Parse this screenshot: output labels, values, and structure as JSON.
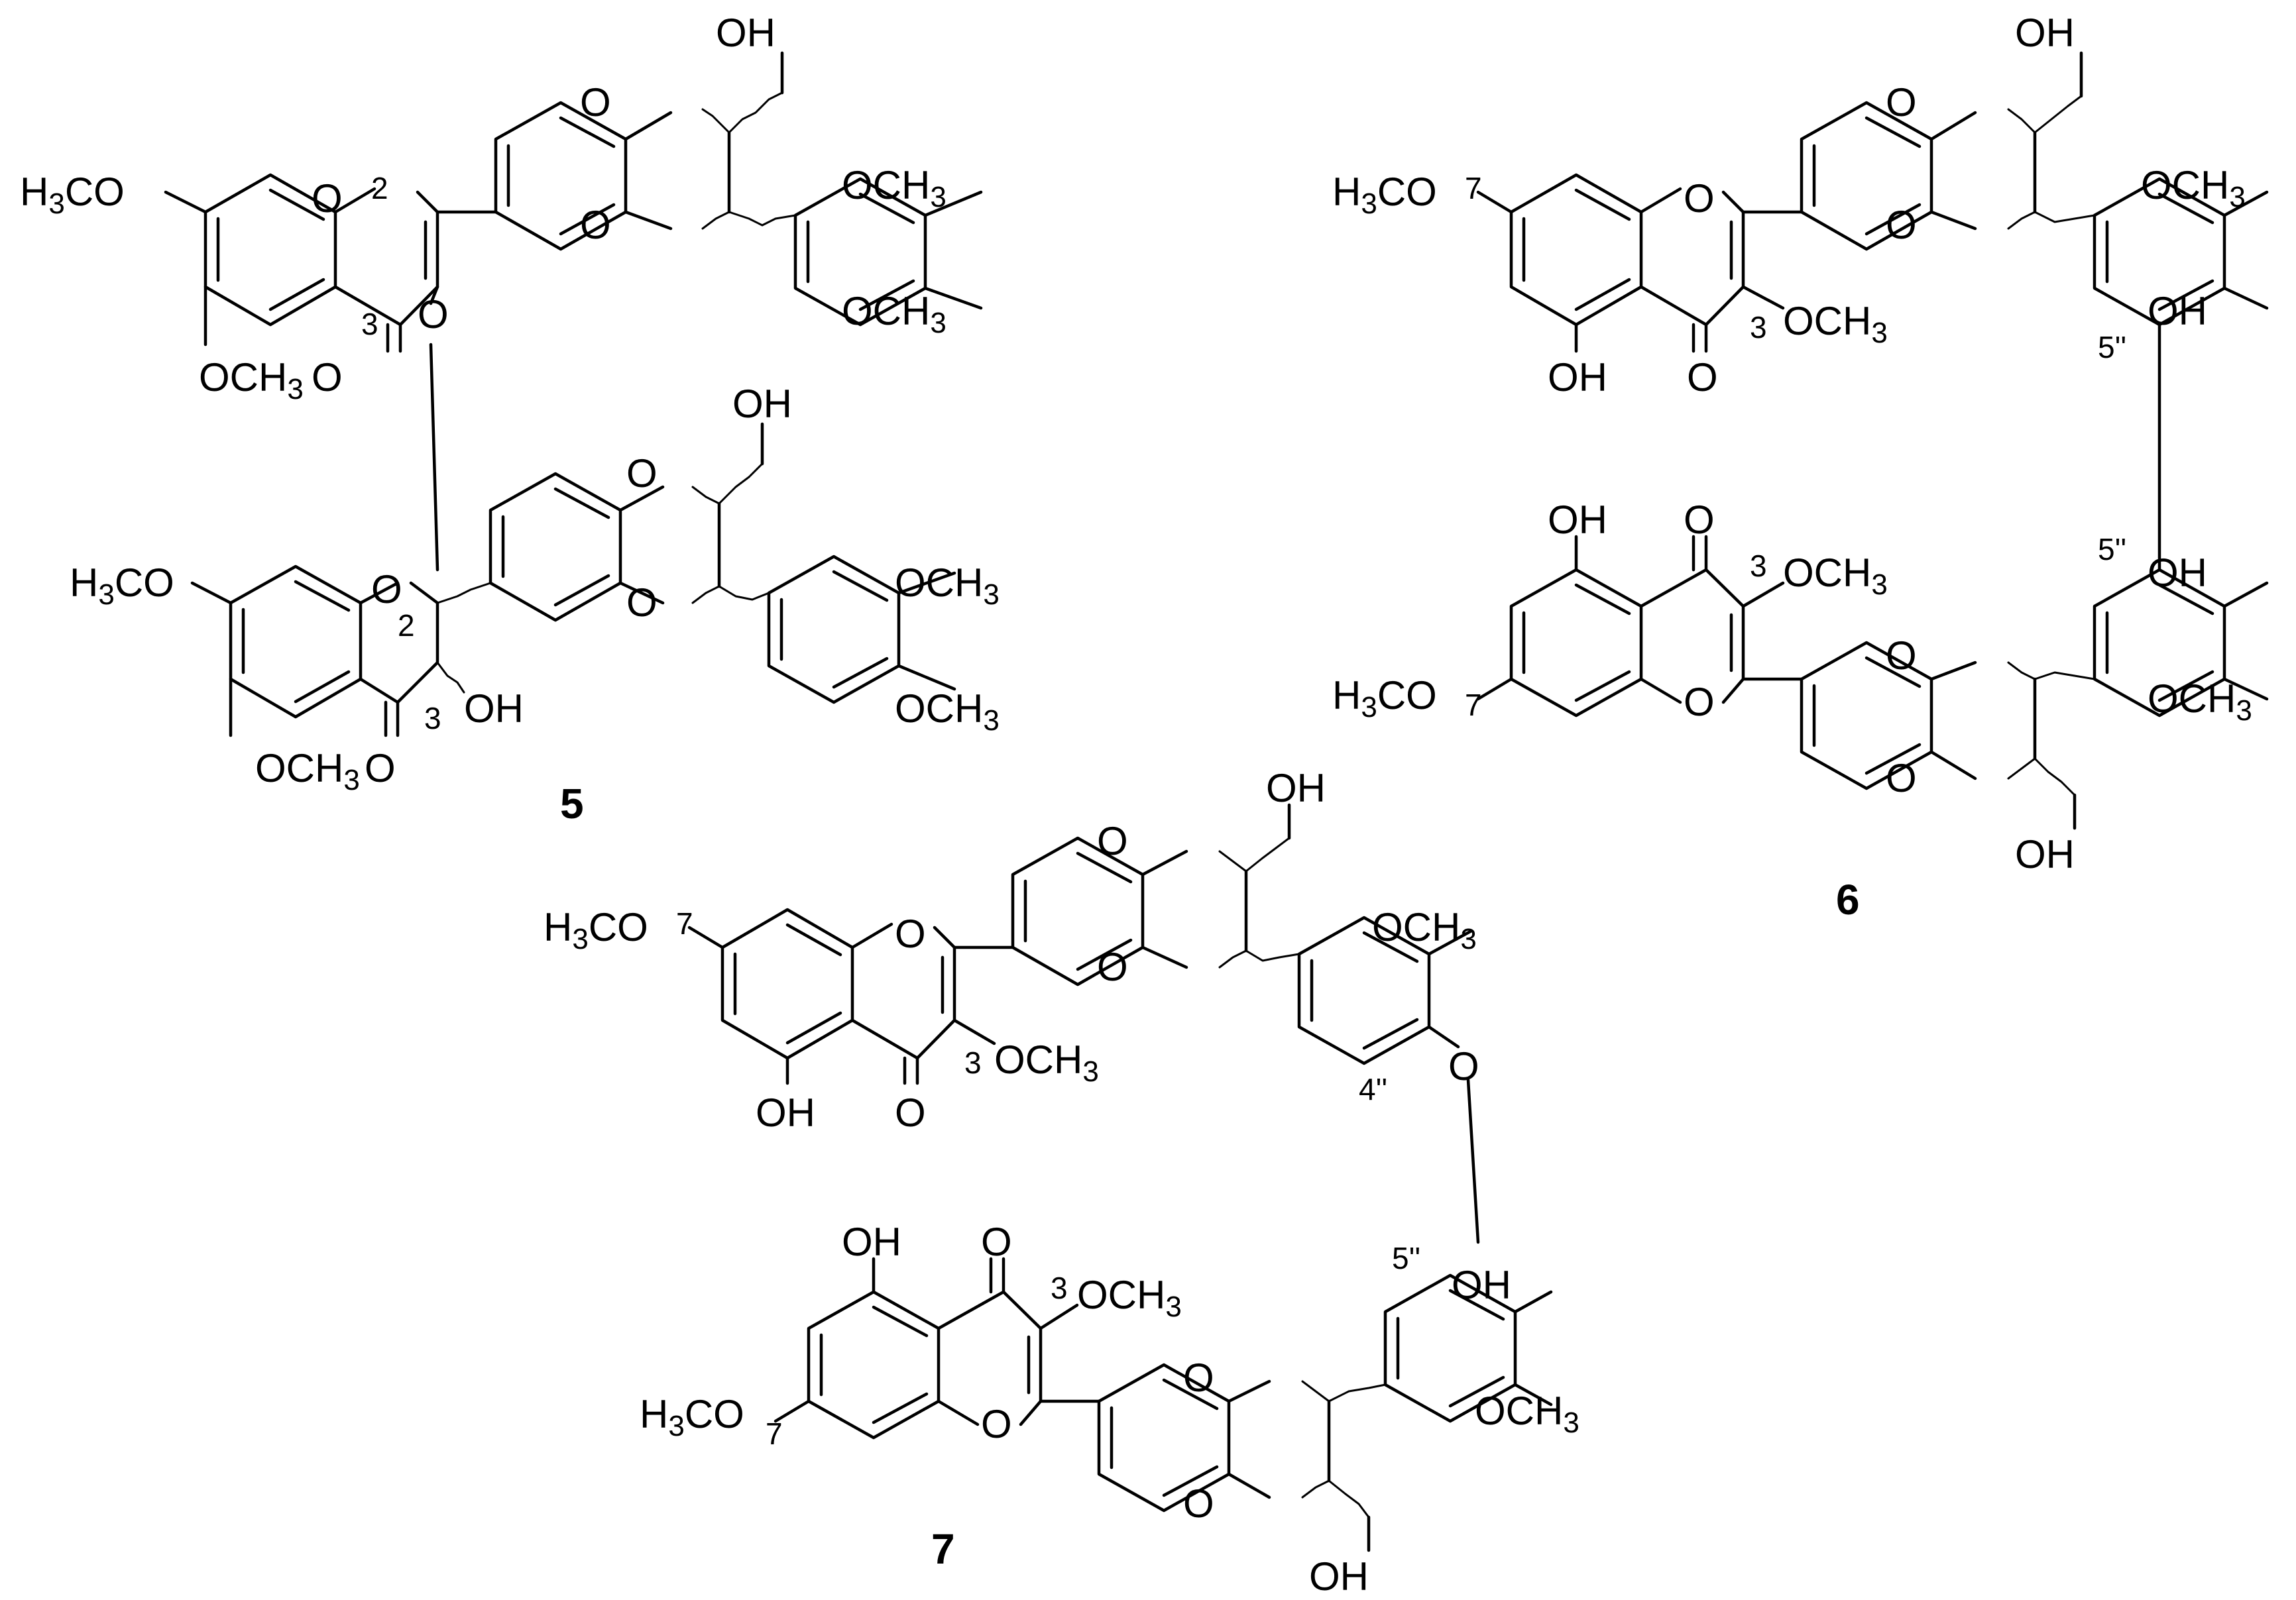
{
  "compounds": [
    {
      "number": "5",
      "labels": {
        "h3co_top": "H3CO",
        "och3_5_top": "OCH3",
        "o_ring_top": "O",
        "o_carbonyl_top": "O",
        "o_bridge": "O",
        "o_dx1_top": "O",
        "o_dx2_top": "O",
        "oh_ch2_top": "OH",
        "och3_a_top": "OCH3",
        "och3_b_top": "OCH3",
        "num_2_top": "2",
        "num_3_top": "3",
        "h3co_bot": "H3CO",
        "och3_5_bot": "OCH3",
        "o_ring_bot": "O",
        "o_carbonyl_bot": "O",
        "oh_3_bot": "OH",
        "o_dx1_bot": "O",
        "o_dx2_bot": "O",
        "oh_ch2_bot": "OH",
        "och3_a_bot": "OCH3",
        "och3_b_bot": "OCH3",
        "num_2_bot": "2",
        "num_3_bot": "3"
      }
    },
    {
      "number": "6",
      "labels": {
        "h3co_top": "H3CO",
        "num_7_top": "7",
        "oh_5_top": "OH",
        "o_carbonyl_top": "O",
        "num_3_top": "3",
        "och3_3_top": "OCH3",
        "o_ring_top": "O",
        "o_dx1_top": "O",
        "o_dx2_top": "O",
        "oh_ch2_top": "OH",
        "och3_ar_top": "OCH3",
        "oh_ar_top": "OH",
        "pos_top": "5''",
        "oh_5_bot": "OH",
        "o_carbonyl_bot": "O",
        "num_3_bot": "3",
        "och3_3_bot": "OCH3",
        "h3co_bot": "H3CO",
        "num_7_bot": "7",
        "o_ring_bot": "O",
        "o_dx1_bot": "O",
        "o_dx2_bot": "O",
        "oh_ch2_bot": "OH",
        "pos_bot": "5''",
        "oh_ar_bot": "OH",
        "och3_ar_bot": "OCH3"
      }
    },
    {
      "number": "7",
      "labels": {
        "h3co_top": "H3CO",
        "num_7_top": "7",
        "oh_5_top": "OH",
        "o_carbonyl_top": "O",
        "num_3_top": "3",
        "och3_3_top": "OCH3",
        "o_ring_top": "O",
        "o_dx1_top": "O",
        "o_dx2_top": "O",
        "oh_ch2_top": "OH",
        "och3_ar_top": "OCH3",
        "o_ether": "O",
        "pos_4": "4''",
        "oh_5_bot": "OH",
        "o_carbonyl_bot": "O",
        "num_3_bot": "3",
        "och3_3_bot": "OCH3",
        "h3co_bot": "H3CO",
        "num_7_bot": "7",
        "o_ring_bot": "O",
        "o_dx1_bot": "O",
        "o_dx2_bot": "O",
        "oh_ch2_bot": "OH",
        "pos_5": "5''",
        "oh_ar_bot": "OH",
        "och3_ar_bot": "OCH3"
      }
    }
  ]
}
